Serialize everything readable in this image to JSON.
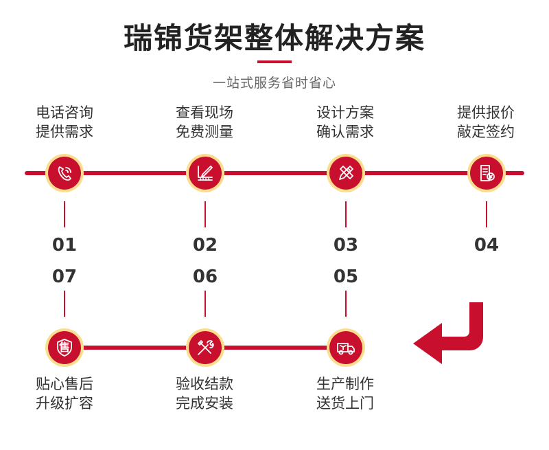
{
  "header": {
    "title": "瑞锦货架整体解决方案",
    "subtitle": "一站式服务省时省心"
  },
  "steps": [
    {
      "num": "01",
      "line1": "电话咨询",
      "line2": "提供需求",
      "icon": "phone-icon"
    },
    {
      "num": "02",
      "line1": "查看现场",
      "line2": "免费测量",
      "icon": "measure-icon"
    },
    {
      "num": "03",
      "line1": "设计方案",
      "line2": "确认需求",
      "icon": "design-icon"
    },
    {
      "num": "04",
      "line1": "提供报价",
      "line2": "敲定签约",
      "icon": "quote-icon"
    },
    {
      "num": "05",
      "line1": "生产制作",
      "line2": "送货上门",
      "icon": "truck-icon"
    },
    {
      "num": "06",
      "line1": "验收结款",
      "line2": "完成安装",
      "icon": "tools-icon"
    },
    {
      "num": "07",
      "line1": "贴心售后",
      "line2": "升级扩容",
      "icon": "after-sales-icon",
      "glyph": "售"
    }
  ],
  "colors": {
    "accent": "#c8102e",
    "ring": "#fbdd8e"
  }
}
